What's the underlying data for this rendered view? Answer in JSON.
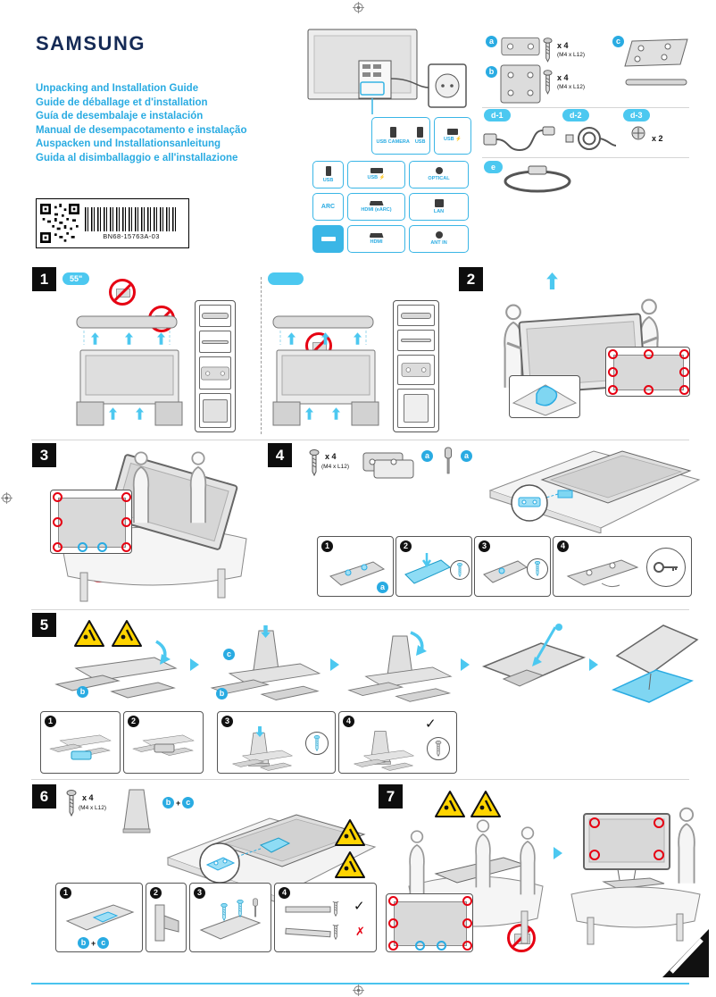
{
  "page": {
    "brand": "SAMSUNG",
    "doc_code": "BN68-15763A-03",
    "titles": [
      "Unpacking and Installation Guide",
      "Guide de déballage et d'installation",
      "Guía de desembalaje e instalación",
      "Manual de desempacotamento e instalação",
      "Auspacken und Installationsanleitung",
      "Guida al disimballaggio e all'installazione"
    ]
  },
  "colors": {
    "title_blue": "#29abe2",
    "accent_cyan": "#4cc8f0",
    "prohibit_red": "#e60012",
    "caution_yellow": "#ffd400",
    "step_black": "#111111"
  },
  "parts": {
    "a": {
      "label": "a",
      "qty": "x 4",
      "spec": "(M4 x L12)"
    },
    "b": {
      "label": "b",
      "qty": "x 4",
      "spec": "(M4 x L12)"
    },
    "c": {
      "label": "c"
    },
    "d1": {
      "label": "d-1"
    },
    "d2": {
      "label": "d-2"
    },
    "d3": {
      "label": "d-3",
      "qty": "x 2"
    },
    "e": {
      "label": "e"
    }
  },
  "ports": {
    "usb_camera": "USB CAMERA",
    "usb": "USB",
    "usb_top": "USB ⚡",
    "usb_row1": "USB",
    "usb_mid": "USB ⚡",
    "optical": "OPTICAL",
    "arc": "ARC",
    "hdmi_earc": "HDMI (eARC)",
    "lan": "LAN",
    "hdmi": "HDMI",
    "ant": "ANT IN"
  },
  "steps": {
    "s1": {
      "num": "1",
      "size_badge": "55\""
    },
    "s2": {
      "num": "2"
    },
    "s3": {
      "num": "3"
    },
    "s4": {
      "num": "4",
      "qty": "x 4",
      "spec": "(M4 x L12)"
    },
    "s5": {
      "num": "5"
    },
    "s6": {
      "num": "6",
      "qty": "x 4",
      "spec": "(M4 x L12)"
    },
    "s7": {
      "num": "7"
    }
  },
  "callouts": {
    "a": "a",
    "b": "b",
    "c": "c",
    "plus": "+"
  },
  "substeps": {
    "n1": "1",
    "n2": "2",
    "n3": "3",
    "n4": "4"
  },
  "marks": {
    "check": "✓",
    "cross": "✗"
  }
}
